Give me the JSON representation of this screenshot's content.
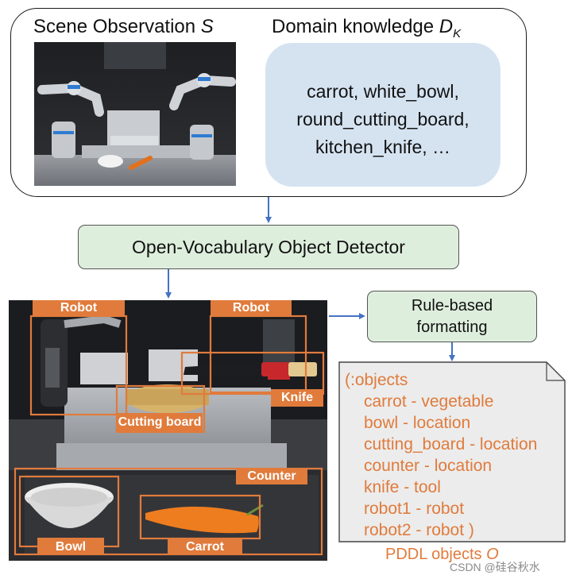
{
  "scene_title": "Scene Observation",
  "scene_symbol": "S",
  "domain_title": "Domain knowledge",
  "domain_symbol": "D",
  "domain_subscript": "K",
  "domain_objects": [
    "carrot, white_bowl,",
    "round_cutting_board,",
    "kitchen_knife, …"
  ],
  "detector_label": "Open-Vocabulary Object Detector",
  "rule_label_line1": "Rule-based",
  "rule_label_line2": "formatting",
  "detections": {
    "robot_left": "Robot",
    "robot_right": "Robot",
    "knife": "Knife",
    "cutting_board": "Cutting board",
    "counter": "Counter",
    "bowl": "Bowl",
    "carrot": "Carrot"
  },
  "pddl_lines": [
    "(:objects",
    "carrot - vegetable",
    "bowl - location",
    "cutting_board - location",
    "counter - location",
    "knife - tool",
    "robot1 - robot",
    "robot2 - robot )"
  ],
  "pddl_caption": "PDDL objects",
  "pddl_symbol": "O",
  "watermark": "CSDN @硅谷秋水",
  "colors": {
    "arrow": "#4472c4",
    "detection_orange": "#e07b3c",
    "panel_blue": "#d5e3f1",
    "panel_green": "#deeedd",
    "note_gray": "#ececec"
  }
}
